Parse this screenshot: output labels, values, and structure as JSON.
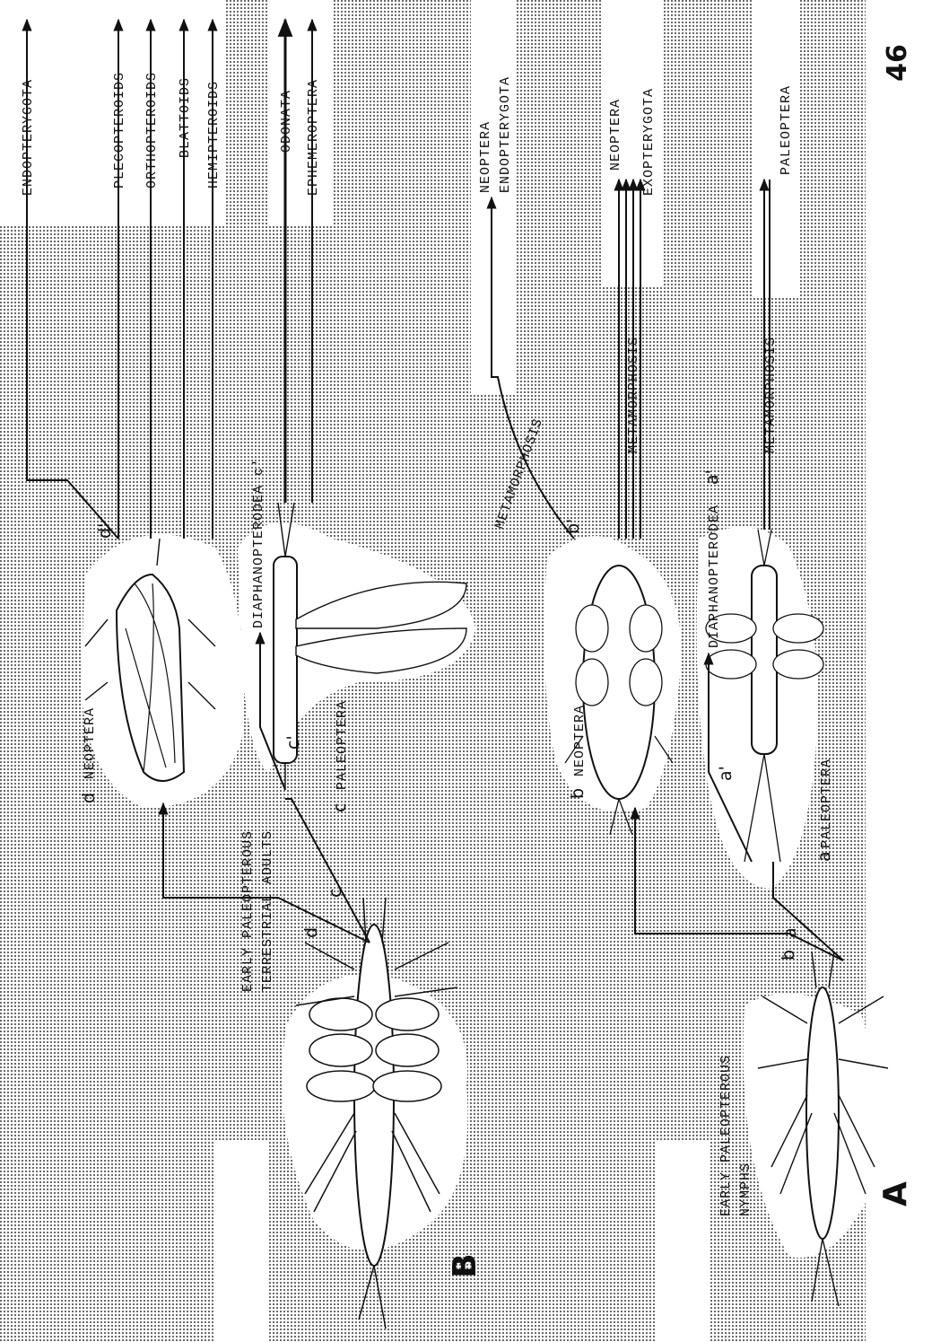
{
  "page_number": "46",
  "panel_letters": {
    "a_panel": "A",
    "b_panel": "B"
  },
  "panel_b": {
    "origin_label_line1": "EARLY PALEOPTEROUS",
    "origin_label_line2": "TERRESTRIAL ADULTS",
    "branch_d": "d",
    "branch_c": "c",
    "neoptera_letter": "d",
    "neoptera_label": "NEOPTERA",
    "neoptera_prime": "d'",
    "paleoptera_letter": "c",
    "paleoptera_label": "PALEOPTERA",
    "paleoptera_prime": "c'",
    "diaphanopterodea_label": "DIAPHANOPTERODEA c'",
    "terminals_d": [
      "ENDOPTERYGOTA",
      "PLECOPTEROIDS",
      "ORTHOPTEROIDS",
      "BLATTOIDS",
      "HEMIPTEROIDS"
    ],
    "terminals_c": [
      "ODONATA",
      "EPHEMEROPTERA"
    ]
  },
  "panel_a": {
    "origin_label_line1": "EARLY PALEOPTEROUS",
    "origin_label_line2": "NYMPHS",
    "branch_b": "b",
    "branch_a": "a",
    "neoptera_letter": "b",
    "neoptera_label": "NEOPTERA",
    "neoptera_prime": "b'",
    "paleoptera_letter": "a",
    "paleoptera_label": "PALEOPTERA",
    "paleoptera_prime": "a'",
    "diaphanopterodea_label": "DIAPHANOPTERODEA",
    "diaphanopterodea_prime": "a'",
    "metamorphosis_diag": "METAMORPHOSIS",
    "metamorphosis_b": "METAMORPHOSIS",
    "metamorphosis_a": "METAMORPHOSIS",
    "terminal_endo": [
      "NEOPTERA",
      "ENDOPTERYGOTA"
    ],
    "terminal_exo": [
      "NEOPTERA",
      "EXOPTERYGOTA"
    ],
    "terminal_paleo": "PALEOPTERA"
  }
}
